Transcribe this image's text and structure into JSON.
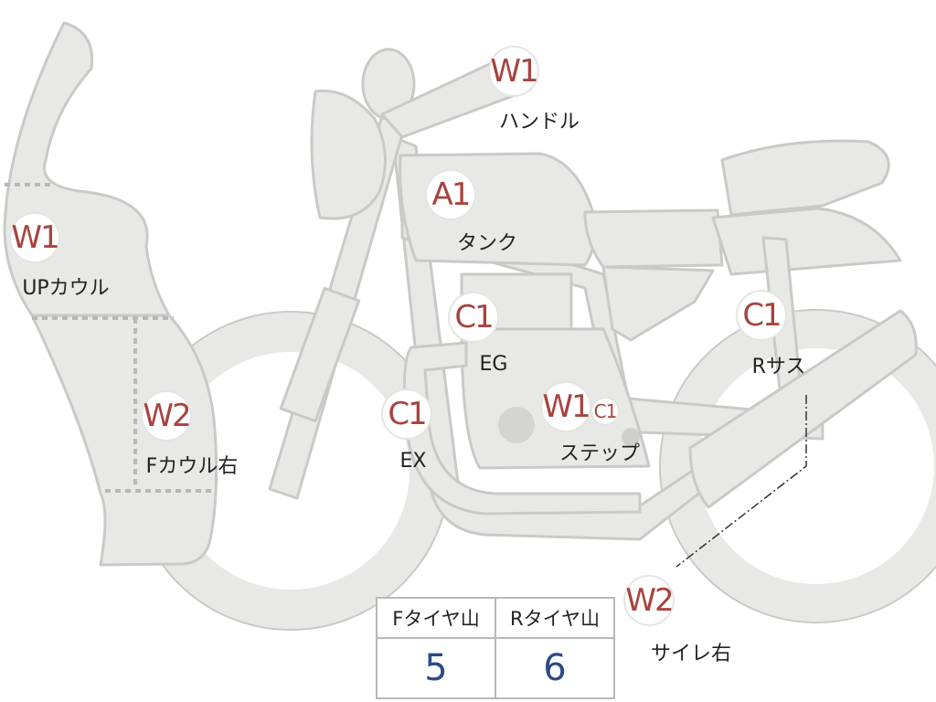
{
  "parts": [
    {
      "id": "up-cowl",
      "code": "W1",
      "label": "UPカウル"
    },
    {
      "id": "front-cowl-right",
      "code": "W2",
      "label": "Fカウル右"
    },
    {
      "id": "handle",
      "code": "W1",
      "label": "ハンドル"
    },
    {
      "id": "tank",
      "code": "A1",
      "label": "タンク"
    },
    {
      "id": "engine",
      "code": "C1",
      "label": "EG"
    },
    {
      "id": "exhaust",
      "code": "C1",
      "label": "EX"
    },
    {
      "id": "step",
      "code": "W1",
      "code2": "C1",
      "label": "ステップ"
    },
    {
      "id": "rear-suspension",
      "code": "C1",
      "label": "Rサス"
    },
    {
      "id": "muffler-right",
      "code": "W2",
      "label": "サイレ右"
    }
  ],
  "tire_table": {
    "headers": [
      "Fタイヤ山",
      "Rタイヤ山"
    ],
    "values": [
      "5",
      "6"
    ]
  },
  "colors": {
    "part_fill": "#e8e8e6",
    "outline": "#c9c9c7",
    "code": "#a8433e",
    "value": "#2b4a86"
  }
}
